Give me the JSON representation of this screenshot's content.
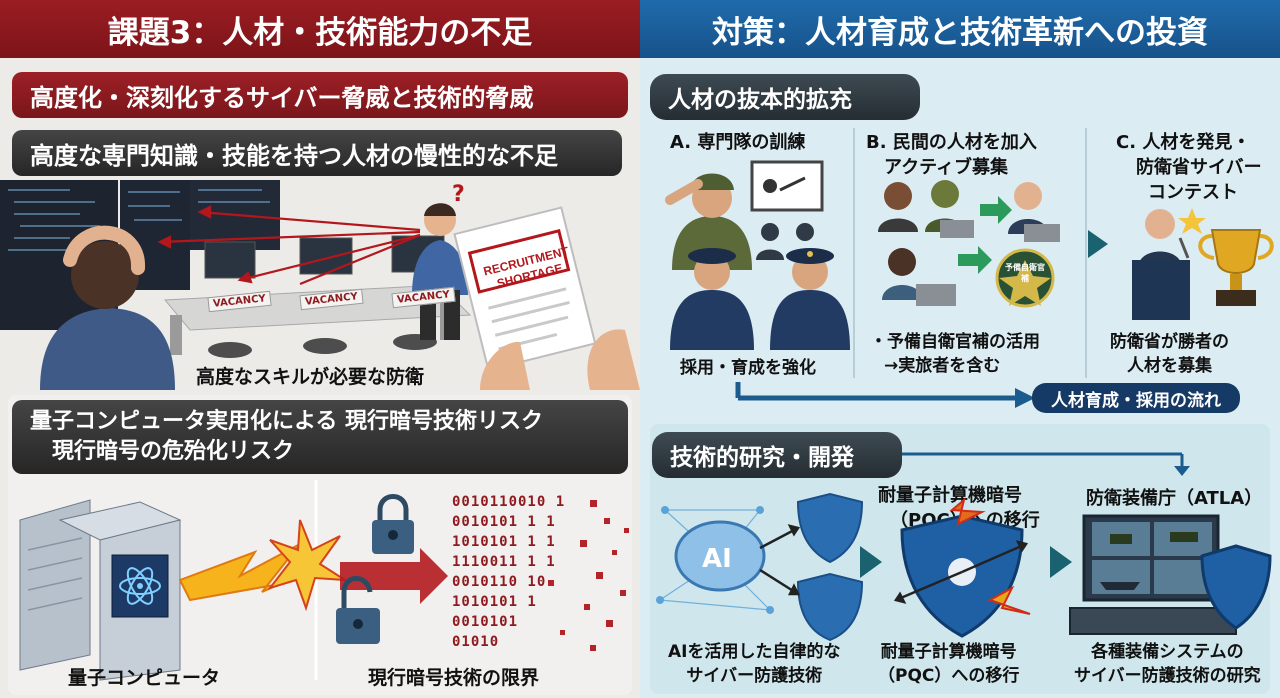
{
  "left": {
    "header": "課題3：人材・技術能力の不足",
    "threat_pill": "高度化・深刻化するサイバー脅威と技術的脅威",
    "shortage_pill": "高度な専門知識・技能を持つ人材の慢性的な不足",
    "vacancy_label": "VACANCY",
    "document_line1": "RECRUITMENT",
    "document_line2": "SHORTAGE",
    "question_mark": "?",
    "caption_defense": "高度なスキルが必要な防衛",
    "quantum_line1": "量子コンピュータ実用化による 現行暗号技術リスク",
    "quantum_line2": "現行暗号の危殆化リスク",
    "caption_quantum": "量子コンピュータ",
    "caption_crypto": "現行暗号技術の限界",
    "binary_lines": [
      "0010110010 1",
      "0010101 1 1",
      "1010101 1 1",
      "1110011 1 1",
      "0010110 10",
      "1010101 1",
      "0010101",
      "01010"
    ]
  },
  "right": {
    "header": "対策：人材育成と技術革新への投資",
    "talent": {
      "title": "人材の抜本的拡充",
      "a_head": "A. 専門隊の訓練",
      "a_caption": "採用・育成を強化",
      "b_head_line1": "B. 民間の人材を加入",
      "b_head_line2": "アクティブ募集",
      "b_note_line1": "・予備自衛官補の活用",
      "b_note_line2": "→実旅者を含む",
      "badge_text": "予備自衛官補",
      "c_head_line1": "C. 人材を発見・",
      "c_head_line2": "防衛省サイバー",
      "c_head_line3": "コンテスト",
      "c_caption_line1": "防衛省が勝者の",
      "c_caption_line2": "人材を募集",
      "flow_label": "人材育成・採用の流れ"
    },
    "tech": {
      "title": "技術的研究・開発",
      "ai_label": "AI",
      "ai_caption_line1": "AIを活用した自律的な",
      "ai_caption_line2": "サイバー防護技術",
      "pqc_head_line1": "耐量子計算機暗号",
      "pqc_head_line2": "（PQC）への移行",
      "pqc_caption_line1": "耐量子計算機暗号",
      "pqc_caption_line2": "（PQC）への移行",
      "atla_head": "防衛装備庁（ATLA）",
      "atla_caption_line1": "各種装備システムの",
      "atla_caption_line2": "サイバー防護技術の研究"
    }
  },
  "colors": {
    "accent_red": "#8f1b20",
    "accent_blue": "#1f6bab",
    "dark_navy": "#163a66",
    "teal_arrow": "#1b6270"
  }
}
